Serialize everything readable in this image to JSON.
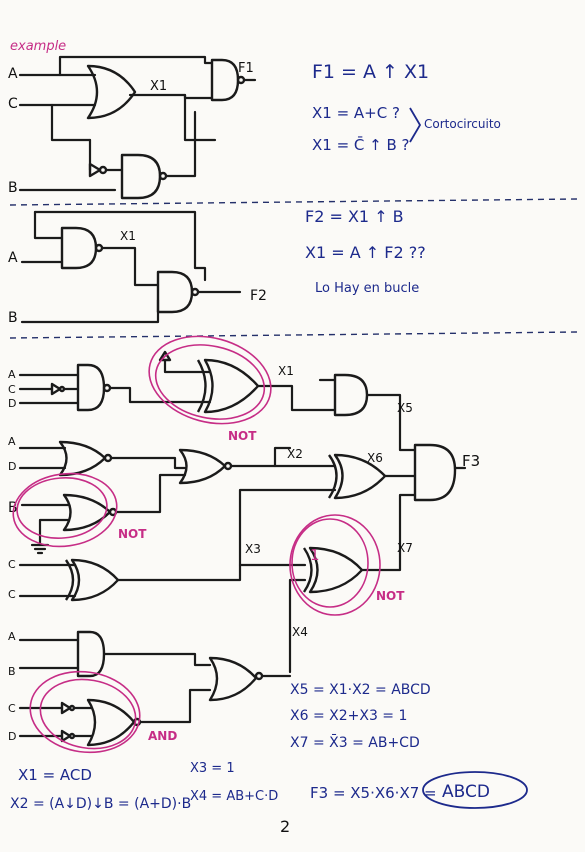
{
  "header_note": "example",
  "section1": {
    "inputs": [
      "A",
      "C",
      "B"
    ],
    "x_label": "X1",
    "output_label": "F1",
    "eq_F1": "F1 = A ↑ X1",
    "eq_X1a": "X1 = A+C ?",
    "eq_X1b": "X1 = C̄ ↑ B ?",
    "note": "Cortocircuito"
  },
  "section2": {
    "inputs": [
      "A",
      "B"
    ],
    "x_label": "X1",
    "output_label": "F2",
    "eq_F2": "F2 = X1 ↑ B",
    "eq_X1": "X1 = A ↑ F2 ??",
    "note": "Lo Hay en bucle"
  },
  "section3": {
    "inputs_g1": [
      "A",
      "C",
      "D"
    ],
    "inputs_g2": [
      "A",
      "D"
    ],
    "input_g3": "B",
    "inputs_g4": [
      "C",
      "C"
    ],
    "inputs_g5": [
      "A",
      "B",
      "C",
      "D"
    ],
    "labels": {
      "x1": "X1",
      "x2": "X2",
      "x3": "X3",
      "x4": "X4",
      "x5": "X5",
      "x6": "X6",
      "x7": "X7",
      "output": "F3",
      "one": "1"
    },
    "annotations": {
      "not_a": "NOT",
      "not_b": "NOT",
      "not_c": "NOT",
      "and_a": "AND"
    },
    "equations": {
      "x5": "X5 = X1·X2 = ABCD",
      "x6": "X6 = X2+X3 = 1",
      "x7": "X7 = X̄3 = AB+CD",
      "x1": "X1 = ACD",
      "x2": "X2 = (A↓D)↓B = (A+D)·B",
      "x3": "X3 = 1",
      "x4": "X4 = AB+C·D",
      "f3": "F3 = X5·X6·X7 =",
      "result": "ABCD"
    }
  },
  "page_number": "2"
}
